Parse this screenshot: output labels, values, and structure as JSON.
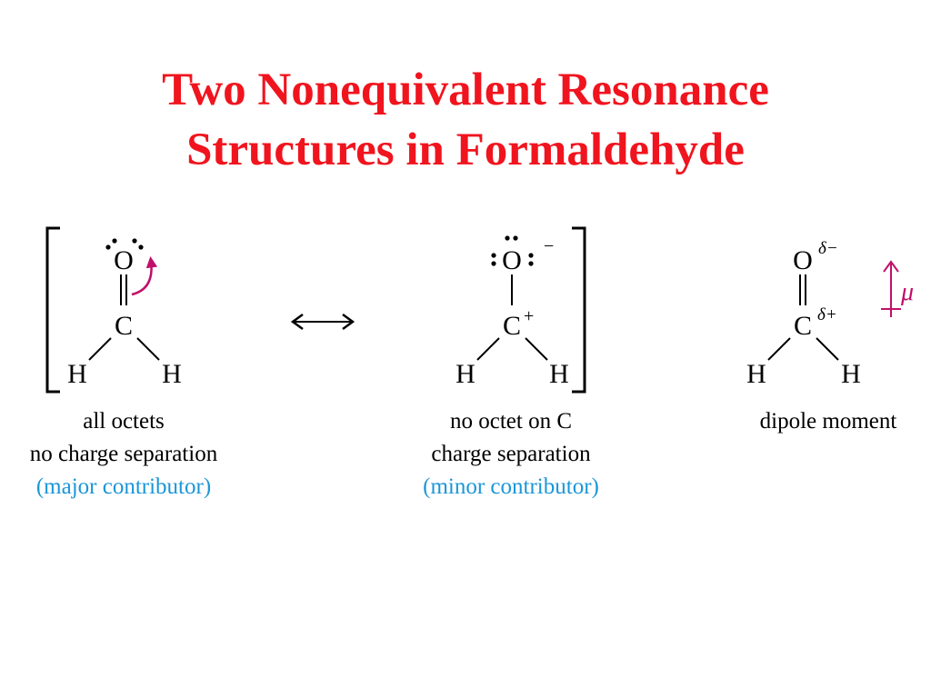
{
  "title": {
    "line1": "Two Nonequivalent Resonance",
    "line2": "Structures in Formaldehyde",
    "color": "#f0141e"
  },
  "structures": [
    {
      "id": "major",
      "atoms": {
        "top": "O",
        "center": "C",
        "left": "H",
        "right": "H"
      },
      "bond_C_O": "double",
      "lone_pairs_on_O": 2,
      "curved_arrow": "from C=O bond to O",
      "captions": [
        "all octets",
        "no charge separation"
      ],
      "note": "(major contributor)"
    },
    {
      "id": "minor",
      "atoms": {
        "top": "O",
        "center": "C",
        "left": "H",
        "right": "H"
      },
      "bond_C_O": "single",
      "lone_pairs_on_O": 3,
      "charge_O": "−",
      "charge_C": "+",
      "captions": [
        "no octet on C",
        "charge separation"
      ],
      "note": "(minor contributor)"
    },
    {
      "id": "dipole",
      "atoms": {
        "top": "O",
        "center": "C",
        "left": "H",
        "right": "H"
      },
      "bond_C_O": "double",
      "partial_O": "δ−",
      "partial_C": "δ+",
      "dipole_symbol": "μ",
      "captions": [
        "dipole moment"
      ]
    }
  ],
  "resonance_arrow": "⟷",
  "colors": {
    "arrow": "#c0106a",
    "note": "#1a96d8",
    "text": "#000000"
  }
}
